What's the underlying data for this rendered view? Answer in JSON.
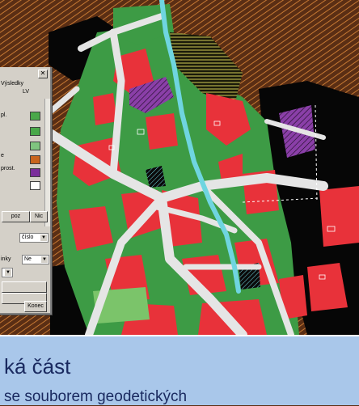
{
  "dialog": {
    "close_glyph": "✕",
    "header_label": "Výsledky",
    "column_label": "LV",
    "row_labels": [
      "pl.",
      "",
      "",
      "e",
      "prost.",
      ""
    ],
    "swatch_colors": [
      "#4aa84a",
      "#4aa84a",
      "#7fc47f",
      "#c8641e",
      "#7a2c9a",
      "#ffffff"
    ],
    "buttons": {
      "poz": "poz",
      "nic": "Nic",
      "konec": "Konec"
    },
    "select_cislo": "číslo",
    "select_nalezinky_label": "inky",
    "select_nalezinky_value": "Ne"
  },
  "banner": {
    "title": "ká část",
    "subtitle": "se souborem geodetických"
  },
  "colors": {
    "background": "#5a2e14",
    "parcel_green": "#3d9b45",
    "parcel_red": "#e8323a",
    "parcel_black": "#050505",
    "road": "#e5e5e5",
    "stream": "#6fd5e0",
    "purple_hatch": "#8a3fa8",
    "banner": "#a9c7ea"
  }
}
